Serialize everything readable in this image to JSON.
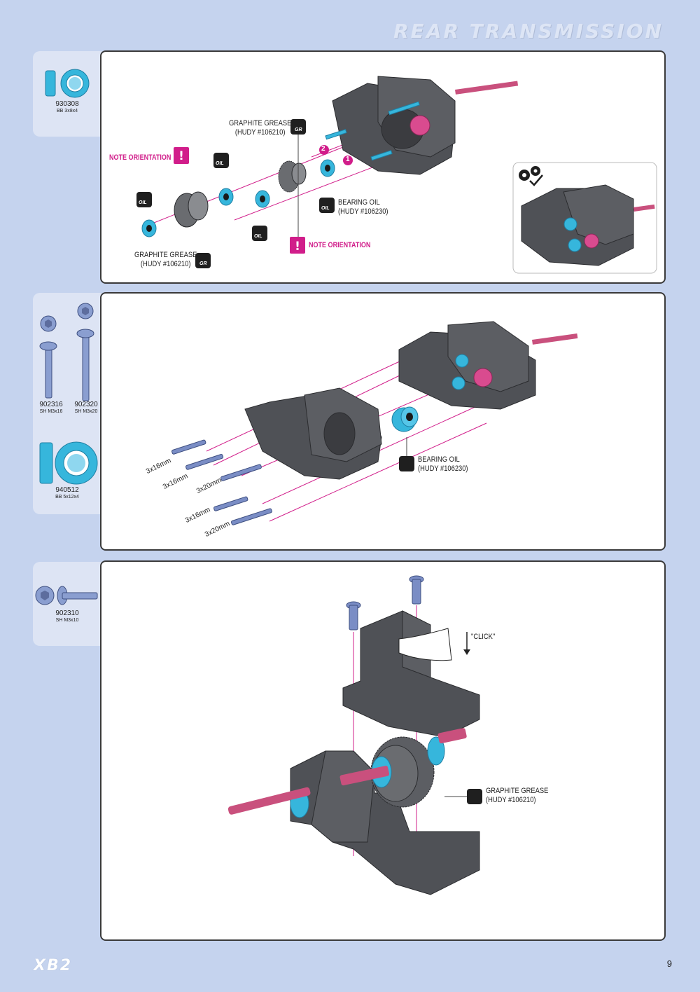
{
  "header": {
    "title": "REAR TRANSMISSION"
  },
  "step1": {
    "parts": [
      {
        "code": "930308",
        "desc": "BB 3x8x4"
      }
    ],
    "callouts": {
      "grease_top": "GRAPHITE GREASE\n(HUDY #106210)",
      "note_left": "NOTE ORIENTATION",
      "bearing_oil": "BEARING OIL\n(HUDY #106230)",
      "note_bottom": "NOTE ORIENTATION",
      "grease_bottom": "GRAPHITE GREASE\n(HUDY #106210)"
    },
    "order_markers": [
      "2",
      "1"
    ],
    "oil_badge": "OIL",
    "grease_badge": "GR"
  },
  "step2": {
    "parts": [
      {
        "code": "902316",
        "desc": "SH M3x16"
      },
      {
        "code": "902320",
        "desc": "SH M3x20"
      },
      {
        "code": "940512",
        "desc": "BB 5x12x4"
      }
    ],
    "callouts": {
      "bearing_oil": "BEARING OIL\n(HUDY #106230)"
    },
    "screw_labels": [
      "3x16mm",
      "3x16mm",
      "3x20mm",
      "3x16mm",
      "3x20mm"
    ]
  },
  "step3": {
    "parts": [
      {
        "code": "902310",
        "desc": "SH M3x10"
      }
    ],
    "callouts": {
      "click": "\"CLICK\"",
      "grease": "GRAPHITE GREASE\n(HUDY #106210)"
    }
  },
  "footer": {
    "logo": "XB2",
    "page": "9"
  },
  "colors": {
    "background": "#c5d3ee",
    "accent_magenta": "#d11d8a",
    "bearing_blue": "#36b6dc",
    "housing_gray": "#4f5156"
  }
}
